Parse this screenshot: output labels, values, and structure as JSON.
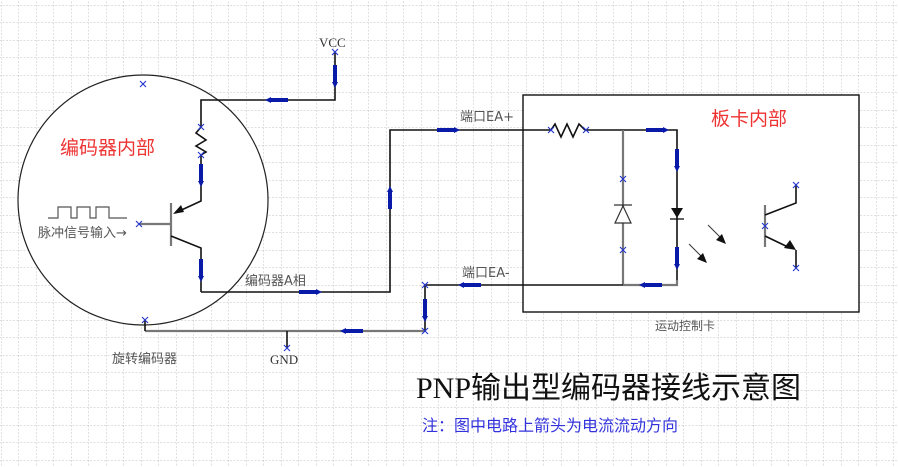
{
  "title": "PNP输出型编码器接线示意图",
  "note": "注：图中电路上箭头为电流流动方向",
  "labels": {
    "vcc": "VCC",
    "gnd": "GND",
    "encoder_inside": "编码器内部",
    "pulse_input": "脉冲信号输入→",
    "encoder_phase_a": "编码器A相",
    "rotary_encoder": "旋转编码器",
    "port_ea_plus": "端口EA+",
    "port_ea_minus": "端口EA-",
    "card_inside": "板卡内部",
    "motion_card": "运动控制卡"
  },
  "colors": {
    "grid": "#c0c0c0",
    "wire": "#111111",
    "current_arrow": "#0a1aa8",
    "highlight_red": "#ee3333",
    "note_blue": "#3333dd",
    "node_marker": "#2233cc"
  },
  "components": [
    {
      "name": "pull-up-resistor",
      "symbol": "resistor-icon"
    },
    {
      "name": "pnp-transistor",
      "symbol": "pnp-transistor-icon"
    },
    {
      "name": "pulse-waveform",
      "symbol": "square-wave-icon"
    },
    {
      "name": "input-resistor",
      "symbol": "resistor-icon"
    },
    {
      "name": "protection-diode",
      "symbol": "diode-icon"
    },
    {
      "name": "optocoupler-led",
      "symbol": "led-icon"
    },
    {
      "name": "optocoupler-phototransistor",
      "symbol": "phototransistor-icon"
    }
  ],
  "current_arrows": [
    "down",
    "left",
    "down",
    "down",
    "right",
    "up",
    "right",
    "right",
    "down",
    "down",
    "left",
    "left",
    "down",
    "left"
  ]
}
